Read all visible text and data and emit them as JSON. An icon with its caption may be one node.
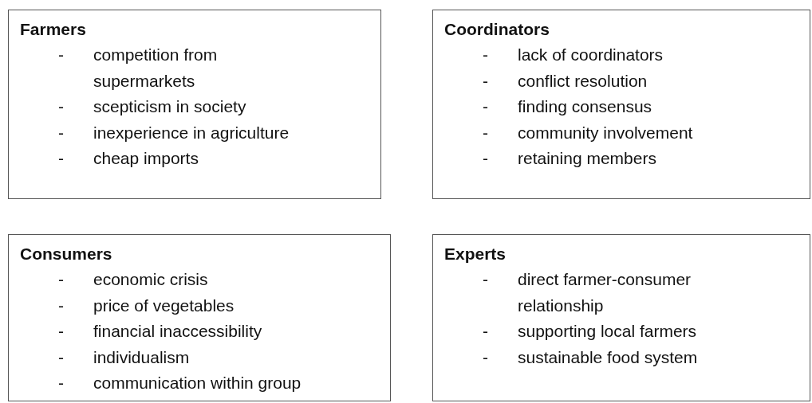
{
  "diagram": {
    "nodes": [
      {
        "text": [
          "Farmers",
          "- competition from supermarkets",
          "- scepticism in society",
          "- inexperience in agriculture",
          "- cheap imports"
        ]
      },
      {
        "text": [
          "Coordinators",
          "- lack of coordinators",
          "- conflict resolution",
          "- finding consensus",
          "- community involvement",
          "- retaining members"
        ]
      },
      {
        "text": [
          "Consumers",
          "- economic crisis",
          "- price of vegetables",
          "- financial inaccessibility",
          "- individualism",
          "- communication within group"
        ]
      },
      {
        "text": [
          "Experts",
          "- direct farmer-consumer relationship",
          "- supporting local farmers",
          "- sustainable food system"
        ]
      }
    ]
  }
}
